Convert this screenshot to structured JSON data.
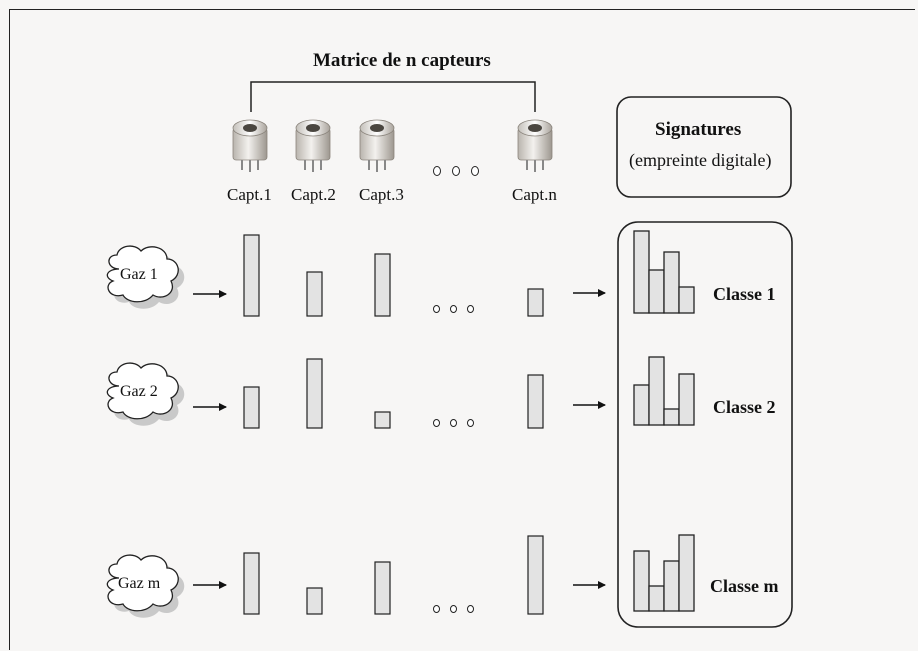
{
  "title": "Matrice de n capteurs",
  "sensors": [
    {
      "label": "Capt.1"
    },
    {
      "label": "Capt.2"
    },
    {
      "label": "Capt.3"
    },
    {
      "label": "Capt.n"
    }
  ],
  "signatures": {
    "title": "Signatures",
    "subtitle": "(empreinte digitale)"
  },
  "rows": [
    {
      "gas": "Gaz 1",
      "class": "Classe 1"
    },
    {
      "gas": "Gaz 2",
      "class": "Classe 2"
    },
    {
      "gas": "Gaz m",
      "class": "Classe m"
    }
  ]
}
